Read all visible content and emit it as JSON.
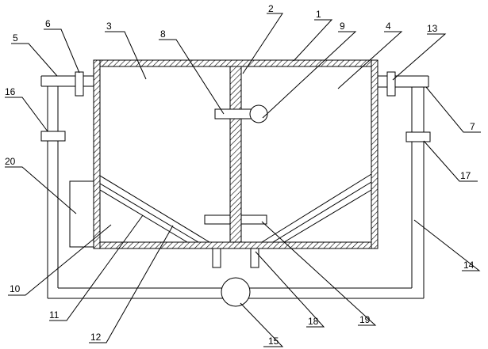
{
  "labels": {
    "l1": "1",
    "l2": "2",
    "l3": "3",
    "l4": "4",
    "l5": "5",
    "l6": "6",
    "l7": "7",
    "l8": "8",
    "l9": "9",
    "l10": "10",
    "l11": "11",
    "l12": "12",
    "l13": "13",
    "l14": "14",
    "l15": "15",
    "l16": "16",
    "l17": "17",
    "l18": "18",
    "l19": "19",
    "l20": "20"
  }
}
